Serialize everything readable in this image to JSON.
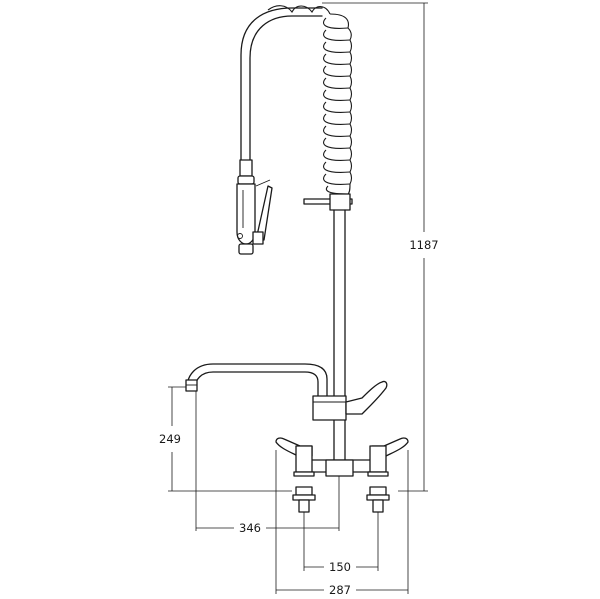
{
  "diagram": {
    "subject": "pre-rinse mixer tap",
    "dimensions": {
      "overall_height": "1187",
      "spout_height": "249",
      "spout_reach": "346",
      "tap_centres": "150",
      "overall_width": "287"
    }
  }
}
